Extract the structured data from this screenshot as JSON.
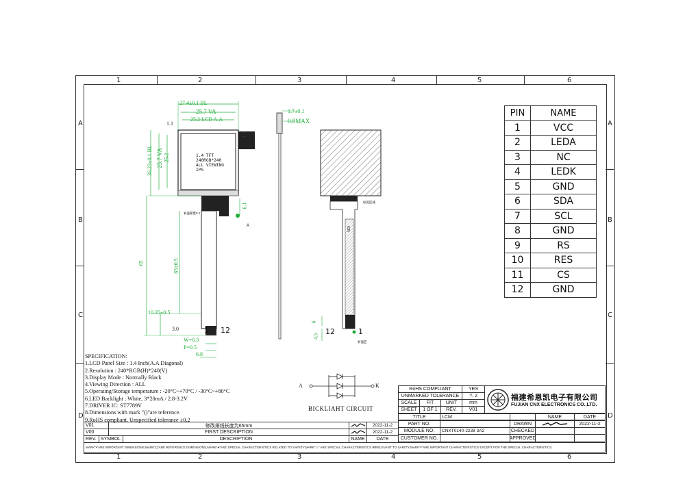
{
  "frame": {
    "col_labels": [
      "1",
      "2",
      "3",
      "4",
      "5",
      "6"
    ],
    "row_labels": [
      "A",
      "B",
      "C",
      "D"
    ]
  },
  "front_view": {
    "dim_top1": "27.4±0.1 BL",
    "dim_top2": "25.7 VA",
    "dim_top3": "25.2 LCD A.A",
    "dim_left1": "36.23±0.1 BL",
    "dim_left2": "25.7 VA",
    "dim_left3": "25.2",
    "dim_side_a": "1.1",
    "dim_side_b": "1.1",
    "dim_65": "65",
    "dim_fpc": "10.35±0.5",
    "dim_fpc2": "65±0.5",
    "dim_w": "W=0.3",
    "dim_p": "P=0.5",
    "dim_bottom": "6.8",
    "dim_r": "3.0",
    "dim_right": "6.1",
    "pin1": "1",
    "pin12": "12",
    "panel_text": [
      "1.4 TFT",
      "240RGB*240",
      "ALL VIEWING",
      "IPS"
    ],
    "label_a": "A",
    "label_stiff": "补强厚度0.2"
  },
  "side_view": {
    "dim_1": "1.7±0.1",
    "dim_2": "0.8MAX"
  },
  "back_view": {
    "fpc_label": "ICN",
    "pin12": "12",
    "pin1": "1",
    "dim_6": "6",
    "dim_45": "4.5",
    "label_a": "标签区域",
    "label_b": "补强区"
  },
  "pin_table": {
    "headers": [
      "PIN",
      "NAME"
    ],
    "rows": [
      [
        "1",
        "VCC"
      ],
      [
        "2",
        "LEDA"
      ],
      [
        "3",
        "NC"
      ],
      [
        "4",
        "LEDK"
      ],
      [
        "5",
        "GND"
      ],
      [
        "6",
        "SDA"
      ],
      [
        "7",
        "SCL"
      ],
      [
        "8",
        "GND"
      ],
      [
        "9",
        "RS"
      ],
      [
        "10",
        "RES"
      ],
      [
        "11",
        "CS"
      ],
      [
        "12",
        "GND"
      ]
    ]
  },
  "spec": {
    "title": "SPECIFICATION:",
    "lines": [
      "1.LCD Panel Size : 1.4 Inch(A.A Diagonal)",
      "2.Resolution : 240*RGB(H)*240(V)",
      "3.Display Mode : Normally Black",
      "4.Viewing Direction : ALL",
      "5.Operating/Storage temperature : -20°C~+70°C / -30°C~+80°C",
      "6.LED Backlight : White, 3*20mA / 2.8-3.2V",
      "7.DRIVER IC: ST7789V",
      "8.Dimensions with mark \"()\"are reference.",
      "9.RoHS compliant. Unspecified tolerance ±0.2"
    ]
  },
  "circuit": {
    "title": "BICKLIAHT CIRCUIT",
    "a": "A",
    "k": "K"
  },
  "title_block": {
    "rohs": "RoHS COMPLIANT",
    "rohs_val": "YES",
    "tol": "UNMARKED TOLERANCE",
    "tol_val": "?. 2",
    "scale": "SCALE",
    "fit": "FIT",
    "unit": "UNIT",
    "unit_val": "mm",
    "sheet": "SHEET",
    "sheet_val": "1 OF 1",
    "rev": "REV.",
    "rev_val": "V01",
    "company_cn": "福建希恩凯电子有限公司",
    "company_en": "FUJIAN CNX ELECTRONICS CO.,LTD.",
    "title_lbl": "TITLE",
    "title_val": "LCM",
    "name_lbl": "NAME",
    "date_lbl": "DATE",
    "part_no": "PART NO.",
    "drawn": "DRAWN",
    "drawn_date": "2022-11-2",
    "module_no": "MODULE NO.",
    "module_val": "CNXT0140-2238 3A2",
    "checked": "CHECKED",
    "customer_no": "CUSTOMER NO.",
    "approved": "APPROVED",
    "rev_rows": [
      {
        "ver": "V01",
        "desc": "修改排线长度为65mm",
        "date": "2022-11-2"
      },
      {
        "ver": "V00",
        "desc": "FIRST DESCRIPTION",
        "date": "2022-11-2"
      }
    ],
    "rev_hdr": {
      "rev": "REV.",
      "symbol": "SYMBOL",
      "desc": "DESCRIPTION",
      "name": "NAME",
      "date": "DATE"
    },
    "footnote": "MARK\"•\"ARE IMPORTANT DIMENSIONS,MARK\"()\"ARE REFERENCE DIMENSIONS,MARK\"●\"ARE SPECIAL CHARACTERISTICS RELATED TO SAFETY,MARK\"☆\" ARE SPECIAL CHARACTERISTICS IRRELEVANT TO SAFETY,MARK\"•\"ARE IMPORTANT CHARACTERISTICS EXCEPT FOR THE SPECIAL CHARACTERISTICS."
  }
}
